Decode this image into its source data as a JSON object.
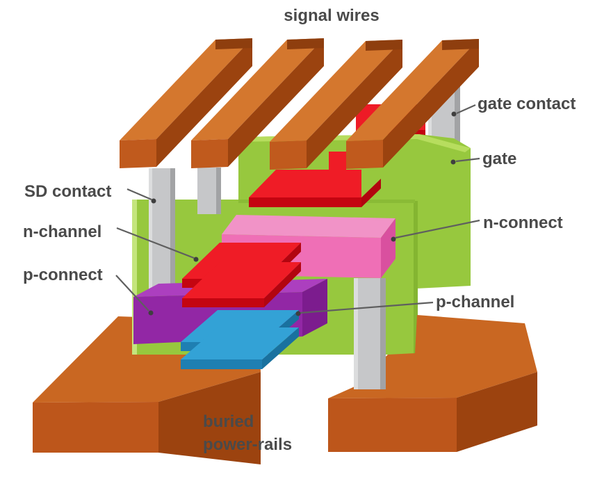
{
  "diagram": {
    "type": "3d-schematic",
    "subject": "stacked transistor (CFET) device cross-section",
    "labels": {
      "signal_wires": "signal wires",
      "gate_contact": "gate contact",
      "gate": "gate",
      "sd_contact": "SD contact",
      "n_channel": "n-channel",
      "p_connect": "p-connect",
      "n_connect": "n-connect",
      "p_channel": "p-channel",
      "buried_power_rails_line1": "buried",
      "buried_power_rails_line2": "power-rails"
    },
    "components": [
      {
        "name": "signal wires",
        "color": "#C05A1D",
        "shape": "four diagonal metal bars, top"
      },
      {
        "name": "gate contact",
        "color": "#C6C7C9",
        "shape": "gray pillar upper right"
      },
      {
        "name": "SD contact",
        "color": "#C6C7C9",
        "shape": "gray pillars left and center"
      },
      {
        "name": "gate",
        "color": "#97C83E",
        "shape": "green vertical slabs"
      },
      {
        "name": "n-channel",
        "color": "#EF1C26",
        "shape": "two stacked red sheets"
      },
      {
        "name": "n-connect",
        "color": "#EF6FB6",
        "shape": "pink slab"
      },
      {
        "name": "p-connect",
        "color": "#9227A5",
        "shape": "purple slab"
      },
      {
        "name": "p-channel",
        "color": "#33A2D6",
        "shape": "two stacked blue sheets"
      },
      {
        "name": "buried power-rails",
        "color": "#C96722",
        "shape": "two orange blocks, bottom"
      }
    ],
    "colors": {
      "background": "#FFFFFF",
      "label_text": "#4A4A4A",
      "leader_line": "#5F5F5F",
      "orange_top": "#D4772E",
      "orange_front": "#C05A1D",
      "orange_side": "#9B430F",
      "rail_top": "#C96722",
      "green_gate": "#97C83E",
      "red_sheet": "#EF1C26",
      "red_sheet_dark": "#C40511",
      "pink_connect": "#EF6FB6",
      "purple_connect": "#9227A5",
      "blue_sheet": "#33A2D6",
      "gray_pillar": "#C6C7C9"
    }
  }
}
